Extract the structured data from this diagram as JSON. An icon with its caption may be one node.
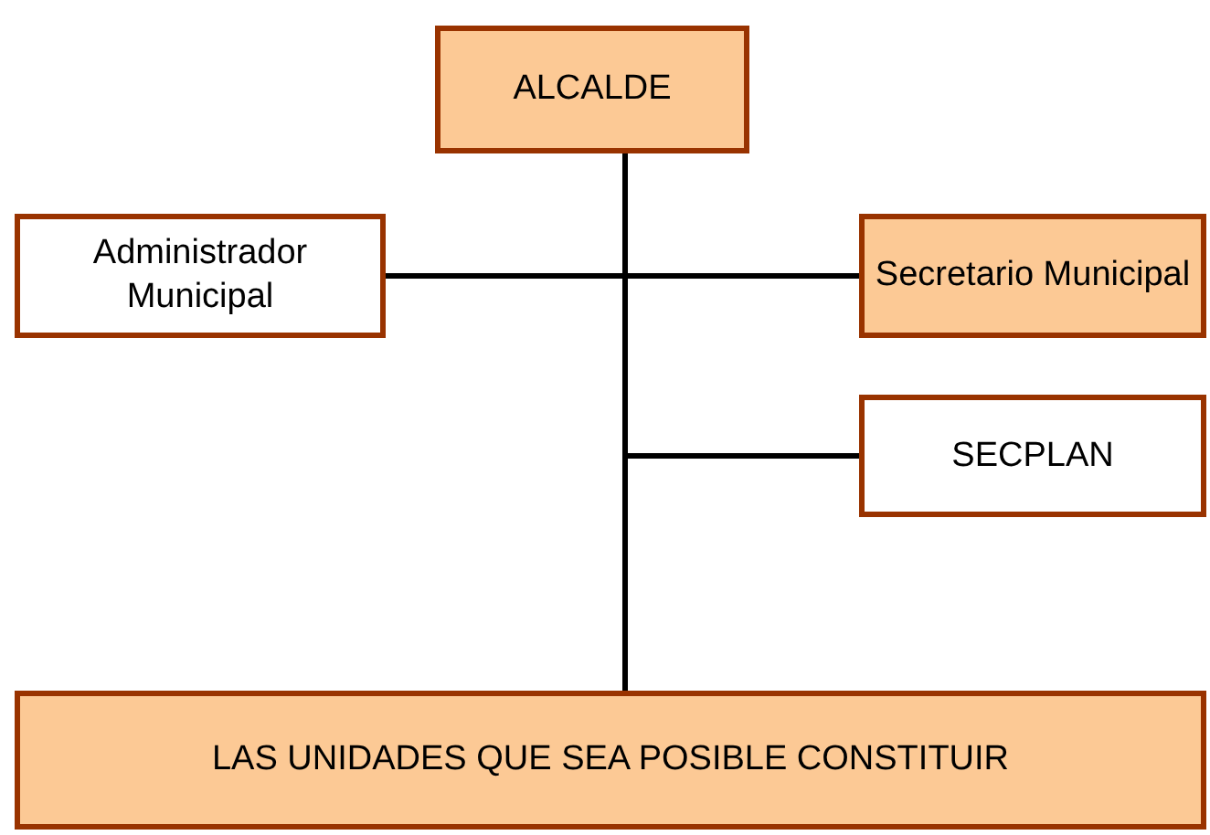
{
  "diagram": {
    "nodes": [
      {
        "text": [
          "ALCALDE"
        ]
      },
      {
        "text": [
          "Administrador Municipal"
        ]
      },
      {
        "text": [
          "Secretario Municipal"
        ]
      },
      {
        "text": [
          "SECPLAN"
        ]
      },
      {
        "text": [
          "LAS UNIDADES QUE SEA POSIBLE CONSTITUIR"
        ]
      }
    ],
    "edges": [
      {
        "from": 0,
        "to": 1,
        "arrow": "none"
      },
      {
        "from": 0,
        "to": 2,
        "arrow": "none"
      },
      {
        "from": 0,
        "to": 3,
        "arrow": "none"
      },
      {
        "from": 0,
        "to": 4,
        "arrow": "none"
      }
    ]
  }
}
